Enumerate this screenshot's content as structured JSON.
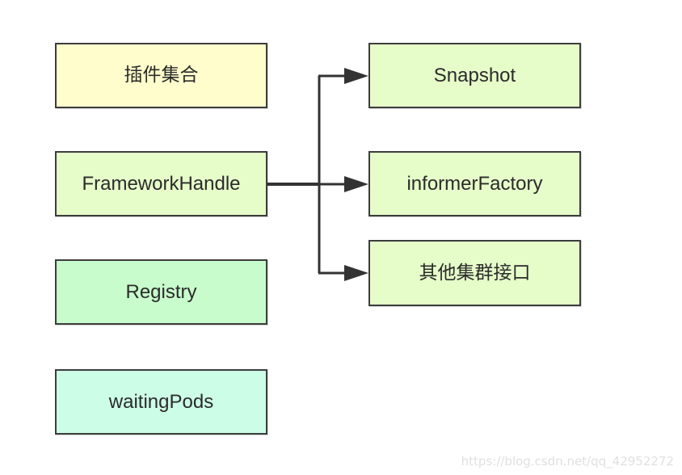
{
  "nodes": {
    "plugin_set": {
      "label": "插件集合",
      "color": "#fffdcc"
    },
    "framework_handle": {
      "label": "FrameworkHandle",
      "color": "#e6fcc9"
    },
    "registry": {
      "label": "Registry",
      "color": "#c8fccc"
    },
    "waiting_pods": {
      "label": "waitingPods",
      "color": "#ccfde6"
    },
    "snapshot": {
      "label": "Snapshot",
      "color": "#e6fcc9"
    },
    "informer_factory": {
      "label": "informerFactory",
      "color": "#e6fcc9"
    },
    "other_cluster_interfaces": {
      "label": "其他集群接口",
      "color": "#e6fcc9"
    }
  },
  "edges": [
    {
      "from": "FrameworkHandle",
      "to": "Snapshot"
    },
    {
      "from": "FrameworkHandle",
      "to": "informerFactory"
    },
    {
      "from": "FrameworkHandle",
      "to": "其他集群接口"
    }
  ],
  "colors": {
    "border": "#3d3d3d",
    "edge": "#333333"
  },
  "watermark": "https://blog.csdn.net/qq_42952272"
}
